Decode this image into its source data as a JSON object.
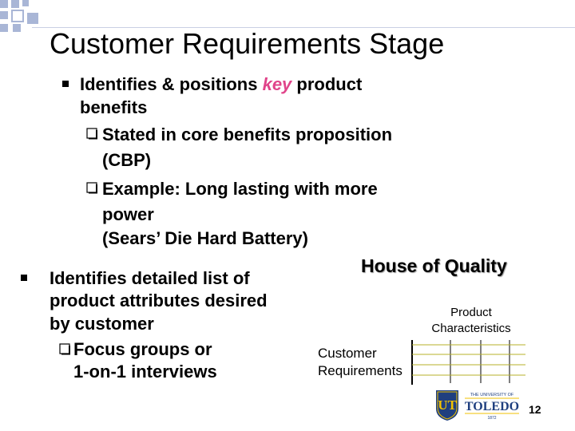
{
  "slide": {
    "title": "Customer Requirements Stage",
    "bullet1": {
      "part1": "Identifies & positions ",
      "key_word": "key",
      "part2": " product",
      "line2": "benefits",
      "sub1_line1": "Stated in core benefits proposition",
      "sub1_line2": "(CBP)",
      "sub2_line1": "Example: Long lasting with more",
      "sub2_line2": "power",
      "sub2_line3": "(Sears’ Die Hard Battery)"
    },
    "bullet2": {
      "line1": "Identifies detailed list of",
      "line2": "product attributes desired",
      "line3": "by customer",
      "sub1_line1": "Focus groups or",
      "sub1_line2": "1-on-1 interviews"
    },
    "house_of_quality": {
      "title": "House of Quality",
      "product_label_line1": "Product",
      "product_label_line2": "Characteristics",
      "customer_label_line1": "Customer",
      "customer_label_line2": "Requirements"
    },
    "logo": {
      "monogram": "UT",
      "small_text": "THE UNIVERSITY OF",
      "name": "TOLEDO",
      "year": "1872"
    },
    "page_number": "12",
    "colors": {
      "accent_key": "#e0448a",
      "decor_blue": "#a9b6d6",
      "logo_blue": "#1f3f7f",
      "logo_gold": "#f2c200"
    }
  }
}
